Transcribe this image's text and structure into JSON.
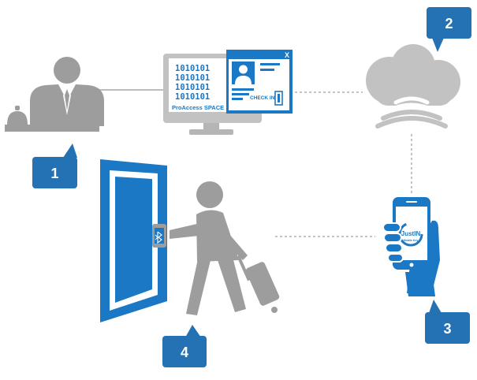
{
  "steps": [
    {
      "number": "1",
      "role": "reception"
    },
    {
      "number": "2",
      "role": "cloud"
    },
    {
      "number": "3",
      "role": "smartphone"
    },
    {
      "number": "4",
      "role": "door"
    }
  ],
  "screen": {
    "binary_lines": [
      "1010101",
      "1010101",
      "1010101",
      "1010101"
    ],
    "software_label": "ProAccess SPACE",
    "close_glyph": "X",
    "checkin_label": "CHECK IN"
  },
  "phone": {
    "app_label": "JustIN",
    "app_sublabel": "Mobile Key"
  },
  "colors": {
    "accent_blue": "#1b78c4",
    "badge_blue": "#2472b3",
    "figure_grey": "#9d9d9d",
    "line_grey": "#bdbdbd"
  }
}
